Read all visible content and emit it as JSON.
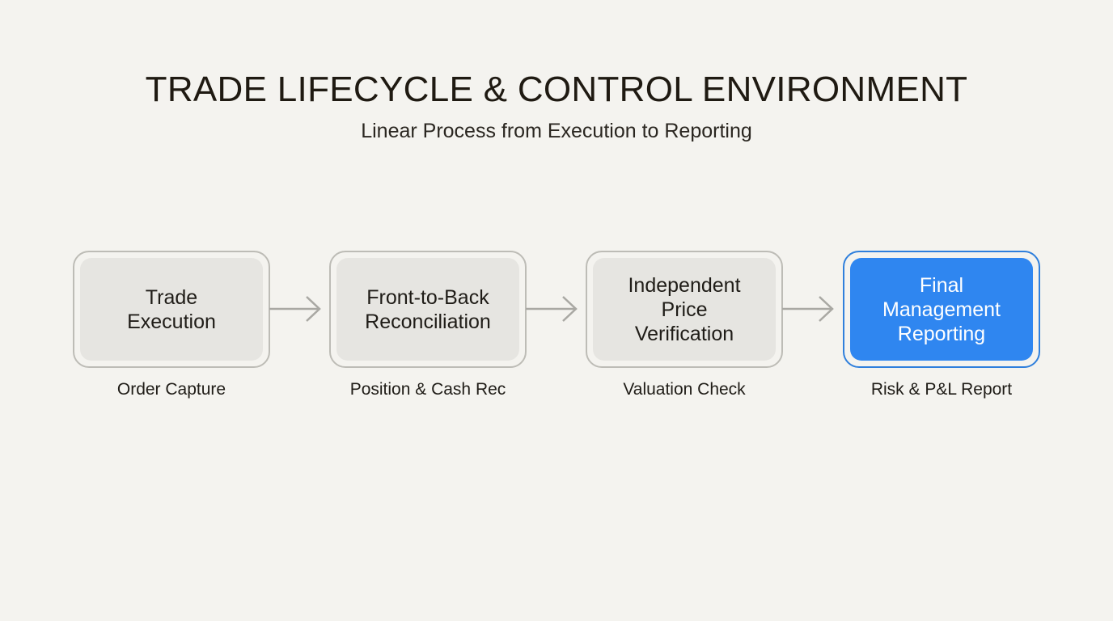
{
  "header": {
    "title": "TRADE LIFECYCLE & CONTROL ENVIRONMENT",
    "subtitle": "Linear Process from Execution to Reporting"
  },
  "steps": [
    {
      "label": "Trade\nExecution",
      "caption": "Order Capture",
      "highlighted": false
    },
    {
      "label": "Front-to-Back\nReconciliation",
      "caption": "Position & Cash Rec",
      "highlighted": false
    },
    {
      "label": "Independent\nPrice\nVerification",
      "caption": "Valuation Check",
      "highlighted": false
    },
    {
      "label": "Final\nManagement\nReporting",
      "caption": "Risk & P&L Report",
      "highlighted": true
    }
  ],
  "colors": {
    "background": "#f4f3ef",
    "box_fill": "#e6e5e1",
    "box_border": "#bdbcb6",
    "highlight_fill": "#2f86f0",
    "highlight_border": "#2f7fdc",
    "arrow": "#a9a8a3"
  }
}
